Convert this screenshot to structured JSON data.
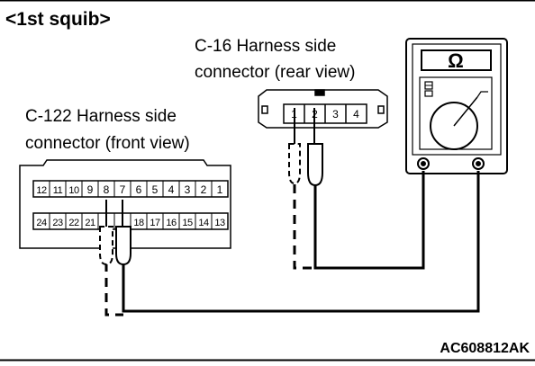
{
  "heading": "<1st squib>",
  "c16": {
    "label_line1": "C-16 Harness side",
    "label_line2": "connector (rear view)",
    "pins": [
      "1",
      "2",
      "3",
      "4"
    ]
  },
  "c122": {
    "label_line1": "C-122 Harness side",
    "label_line2": "connector (front view)",
    "row_top": [
      "12",
      "11",
      "10",
      "9",
      "8",
      "7",
      "6",
      "5",
      "4",
      "3",
      "2",
      "1"
    ],
    "row_bottom": [
      "24",
      "23",
      "22",
      "21",
      "",
      "",
      "18",
      "17",
      "16",
      "15",
      "14",
      "13"
    ]
  },
  "meter": {
    "symbol": "Ω"
  },
  "figure_code": "AC608812AK"
}
